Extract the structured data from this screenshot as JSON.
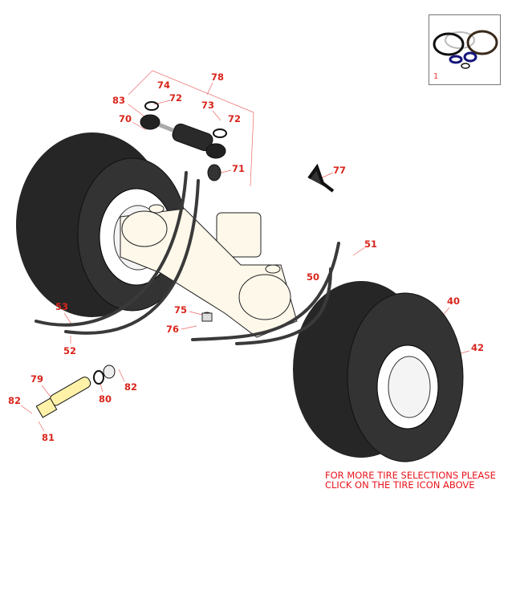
{
  "tire_icon": {
    "number": "1",
    "icon": "seal-kit-icon"
  },
  "note": {
    "line1": "FOR MORE TIRE SELECTIONS PLEASE",
    "line2": "CLICK ON THE TIRE ICON ABOVE"
  },
  "callouts": [
    "78",
    "74",
    "72",
    "83",
    "73",
    "72",
    "70",
    "71",
    "77",
    "51",
    "50",
    "53",
    "75",
    "76",
    "52",
    "40",
    "42",
    "79",
    "82",
    "80",
    "82",
    "81"
  ],
  "colors": {
    "callout": "#d9251c",
    "tire": "#2b2b2b",
    "axle": "#fdf8ea",
    "cylinder_rod": "#fff2a8"
  }
}
